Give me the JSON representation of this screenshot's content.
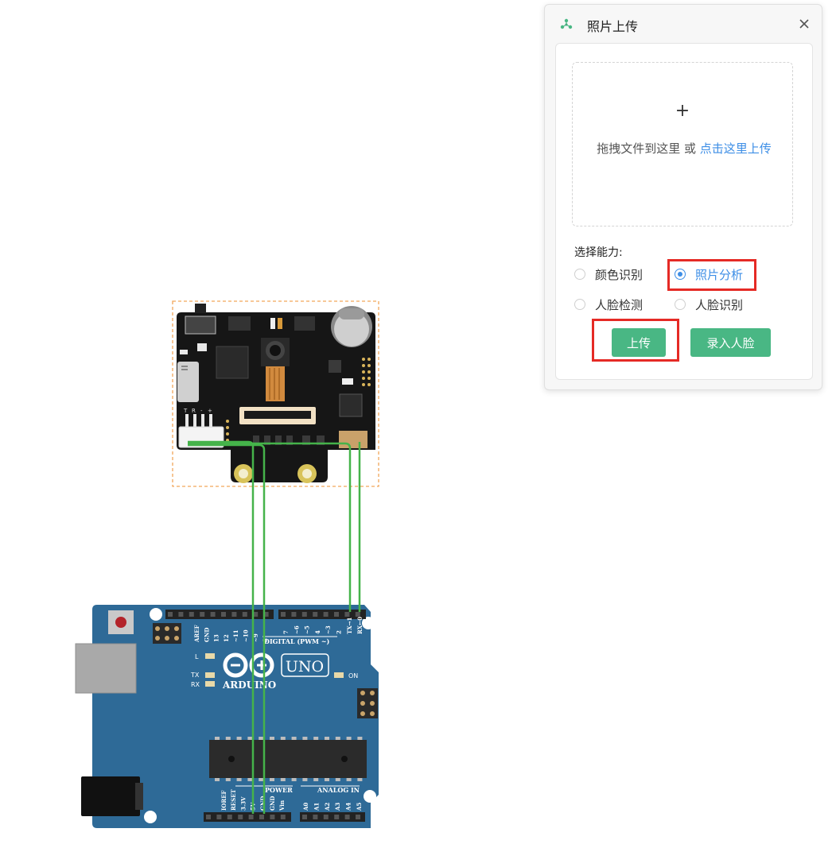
{
  "dialog": {
    "title": "照片上传",
    "logo_icon": "molecule-icon",
    "close_icon": "close-icon",
    "upload_area": {
      "plus": "+",
      "drag_text": "拖拽文件到这里 或 ",
      "click_text": "点击这里上传"
    },
    "capability_label": "选择能力:",
    "capabilities": [
      {
        "label": "颜色识别",
        "checked": false
      },
      {
        "label": "照片分析",
        "checked": true
      },
      {
        "label": "人脸检测",
        "checked": false
      },
      {
        "label": "人脸识别",
        "checked": false
      }
    ],
    "upload_button": "上传",
    "enroll_button": "录入人脸",
    "accent_color": "#49b784",
    "highlight_color": "#e52a25"
  },
  "camera_module": {
    "pin_labels": [
      "T",
      "R",
      "-",
      "+"
    ]
  },
  "arduino": {
    "logo_text": "ARDUINO",
    "model": "UNO",
    "digital_label": "DIGITAL (PWM ~)",
    "power_label": "POWER",
    "analog_label": "ANALOG IN",
    "on_label": "ON",
    "l_label": "L",
    "tx_label": "TX",
    "rx_label": "RX",
    "top_pins": [
      "AREF",
      "GND",
      "13",
      "12",
      "~11",
      "~10",
      "~9",
      "8",
      "7",
      "~6",
      "~5",
      "4",
      "~3",
      "2",
      "TX→1",
      "RX←0"
    ],
    "power_pins": [
      "IOREF",
      "RESET",
      "3.3V",
      "5V",
      "GND",
      "GND",
      "Vin"
    ],
    "analog_pins": [
      "A0",
      "A1",
      "A2",
      "A3",
      "A4",
      "A5"
    ],
    "board_color": "#2e6a97"
  },
  "wires": {
    "color": "#45b34a"
  }
}
